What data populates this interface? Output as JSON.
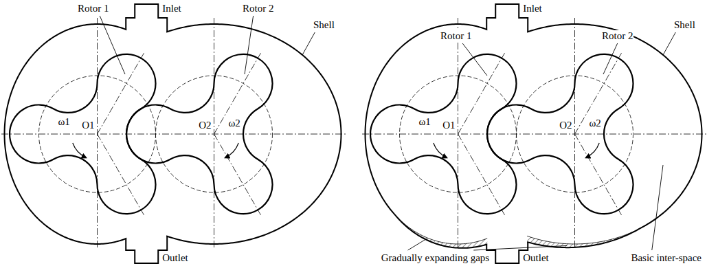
{
  "diagram": {
    "labels": [
      "Rotor 1",
      "Inlet",
      "Rotor 2",
      "Shell",
      "ω1",
      "O1",
      "O2",
      "ω2",
      "Outlet",
      "Inlet",
      "Rotor 1",
      "Rotor 2",
      "Shell",
      "ω1",
      "O1",
      "O2",
      "ω2",
      "Basic inter-space",
      "Gradually expanding gaps",
      "Outlet"
    ]
  }
}
